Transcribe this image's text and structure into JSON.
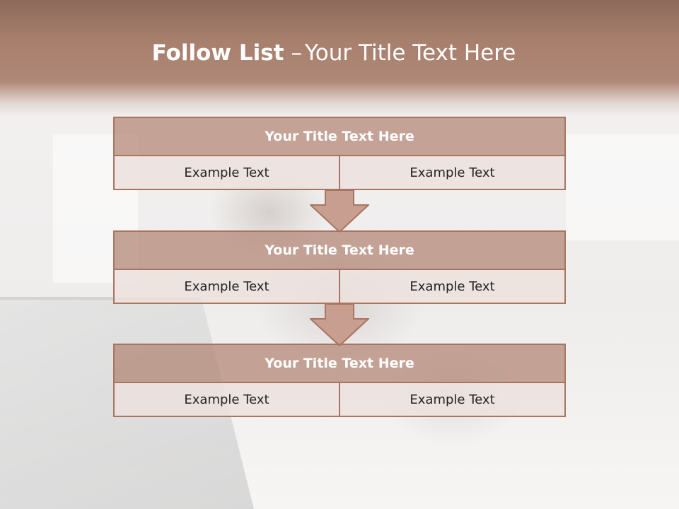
{
  "header": {
    "title_bold": "Follow List",
    "title_dash": "–",
    "title_rest": "Your Title Text Here"
  },
  "blocks": [
    {
      "title": "Your Title Text Here",
      "left": "Example Text",
      "right": "Example Text"
    },
    {
      "title": "Your Title Text Here",
      "left": "Example Text",
      "right": "Example Text"
    },
    {
      "title": "Your Title Text Here",
      "left": "Example Text",
      "right": "Example Text"
    }
  ],
  "colors": {
    "header": "#a87f6d",
    "box_title": "#b28473",
    "box_border": "#a77561",
    "box_cell": "#ece2de",
    "arrow_fill": "#c79e8f"
  }
}
